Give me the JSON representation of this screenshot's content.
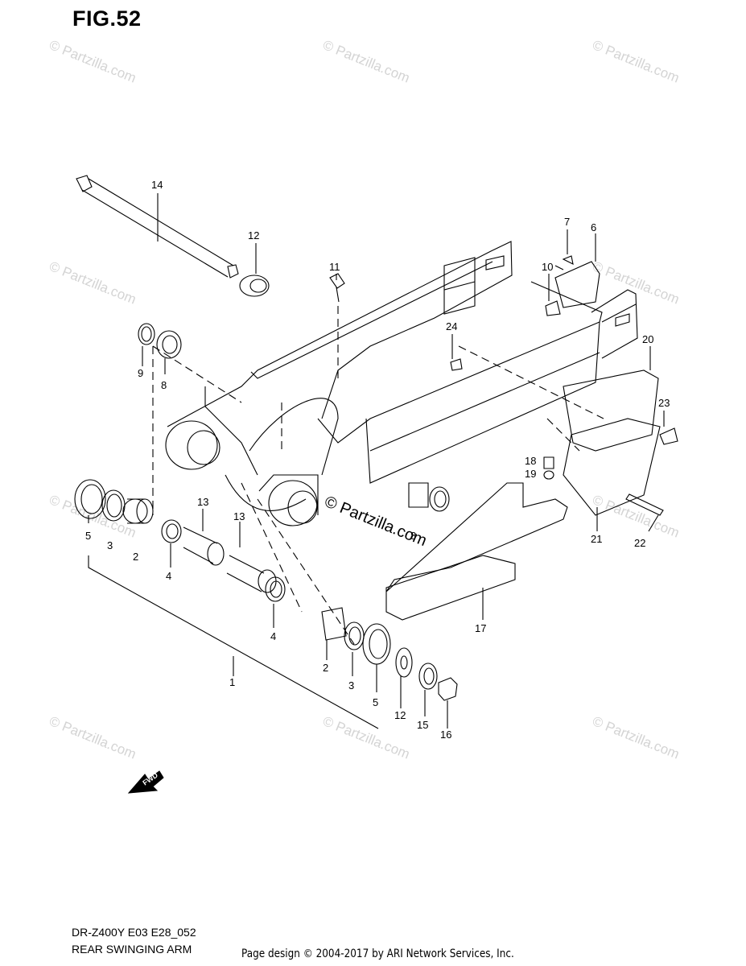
{
  "figure": {
    "title": "FIG.52",
    "model_code": "DR-Z400Y E03 E28_052",
    "part_title": "REAR SWINGING ARM",
    "page_credit": "Page design © 2004-2017 by ARI Network Services, Inc."
  },
  "watermark": {
    "text": "© Partzilla.com",
    "center_text": "© Partzilla.com"
  },
  "fwd_label": "FWD",
  "callouts": [
    {
      "id": "c14a",
      "text": "14"
    },
    {
      "id": "c12a",
      "text": "12"
    },
    {
      "id": "c11",
      "text": "11"
    },
    {
      "id": "c7",
      "text": "7"
    },
    {
      "id": "c6",
      "text": "6"
    },
    {
      "id": "c10",
      "text": "10"
    },
    {
      "id": "c24",
      "text": "24"
    },
    {
      "id": "c9",
      "text": "9"
    },
    {
      "id": "c8a",
      "text": "8"
    },
    {
      "id": "c20",
      "text": "20"
    },
    {
      "id": "c23",
      "text": "23"
    },
    {
      "id": "c18",
      "text": "18"
    },
    {
      "id": "c19",
      "text": "19"
    },
    {
      "id": "c13a",
      "text": "13"
    },
    {
      "id": "c13b",
      "text": "13"
    },
    {
      "id": "c5a",
      "text": "5"
    },
    {
      "id": "c3a",
      "text": "3"
    },
    {
      "id": "c2a",
      "text": "2"
    },
    {
      "id": "c4a",
      "text": "4"
    },
    {
      "id": "c8b",
      "text": "8"
    },
    {
      "id": "c21",
      "text": "21"
    },
    {
      "id": "c22",
      "text": "22"
    },
    {
      "id": "c4b",
      "text": "4"
    },
    {
      "id": "c17",
      "text": "17"
    },
    {
      "id": "c1",
      "text": "1"
    },
    {
      "id": "c2b",
      "text": "2"
    },
    {
      "id": "c3b",
      "text": "3"
    },
    {
      "id": "c5b",
      "text": "5"
    },
    {
      "id": "c12b",
      "text": "12"
    },
    {
      "id": "c15",
      "text": "15"
    },
    {
      "id": "c16",
      "text": "16"
    }
  ]
}
